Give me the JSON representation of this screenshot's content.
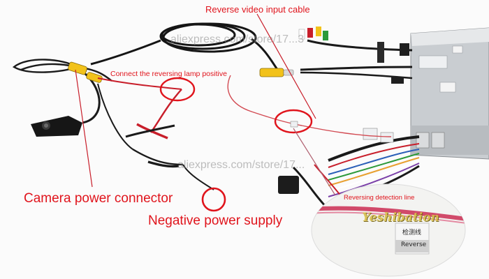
{
  "labels": {
    "reverse_video_input_cable": "Reverse video input cable",
    "connect_reversing_lamp": "Connect the reversing lamp positive",
    "camera_power_connector": "Camera power connector",
    "negative_power_supply": "Negative power supply",
    "reversing_detection_line": "Reversing detection line"
  },
  "watermarks": {
    "top": "aliexpress.com/store/17...3",
    "middle": "aliexpress.com/store/17..."
  },
  "inset": {
    "brand": "Yeshibation",
    "tag_chinese": "检测线",
    "tag_reverse": "Reverse"
  },
  "colors": {
    "annotation_red": "#e0141c",
    "wire_black": "#1a1a1a",
    "wire_red": "#c81e2a",
    "rca_yellow": "#f2c21a",
    "head_unit_silver": "#cfd3d6"
  }
}
